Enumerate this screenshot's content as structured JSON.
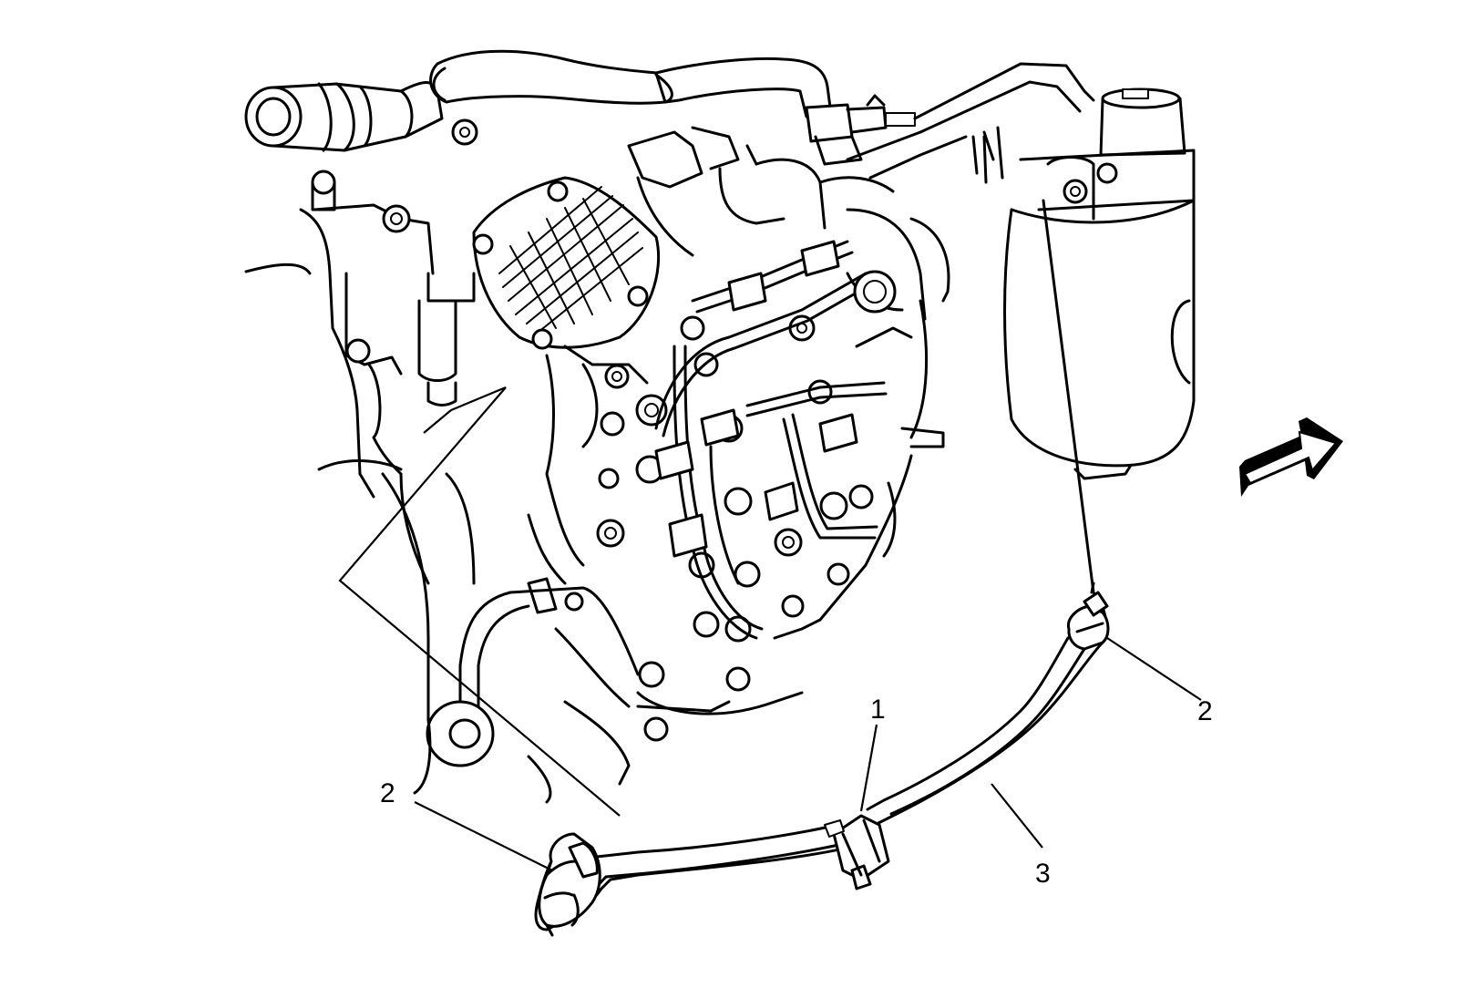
{
  "callouts": [
    {
      "id": "1",
      "label": "1"
    },
    {
      "id": "2a",
      "label": "2"
    },
    {
      "id": "2b",
      "label": "2"
    },
    {
      "id": "3",
      "label": "3"
    }
  ],
  "icons": {
    "view_arrow": "front-view-arrow-icon"
  }
}
